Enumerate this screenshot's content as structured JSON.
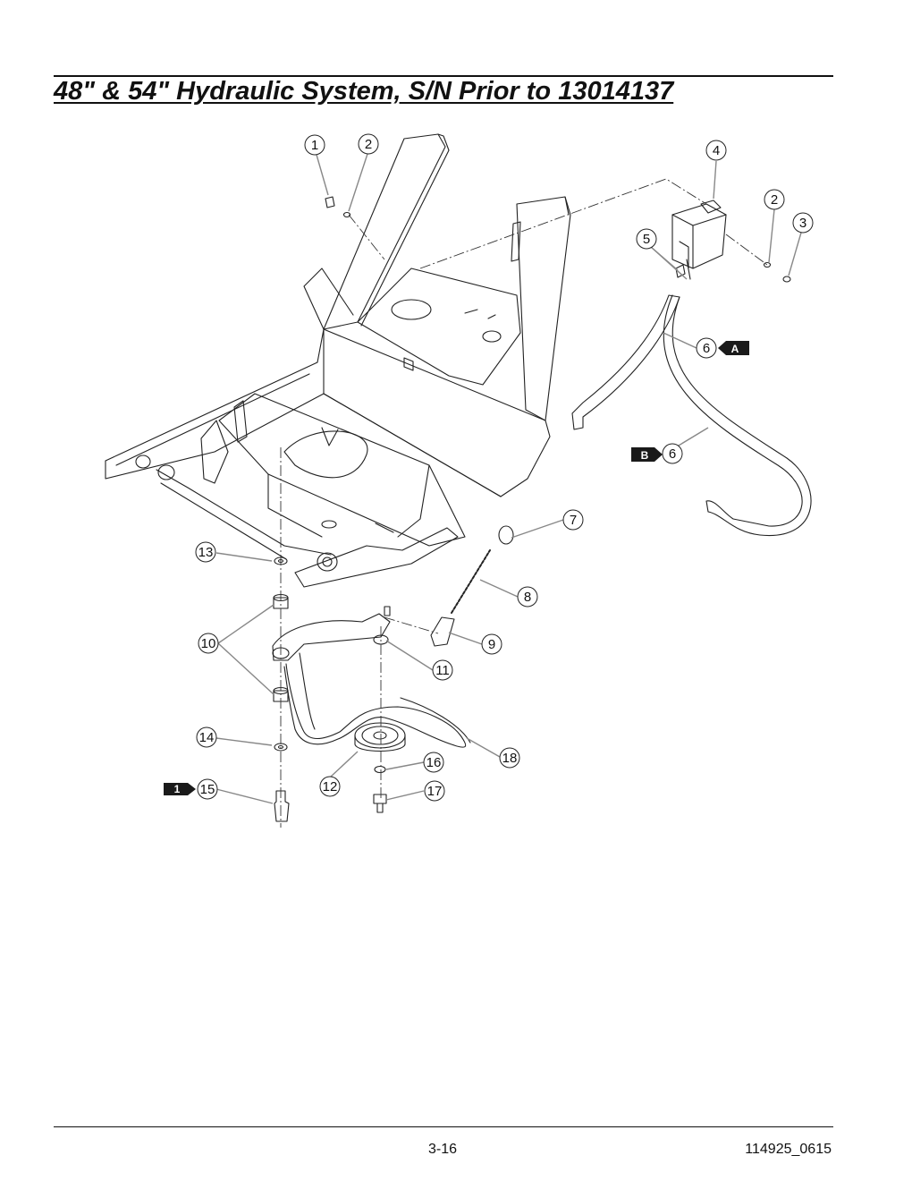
{
  "header": {
    "title": "48\" & 54\" Hydraulic System, S/N Prior to 13014137"
  },
  "callouts": {
    "c1": "1",
    "c2a": "2",
    "c2b": "2",
    "c3": "3",
    "c4": "4",
    "c5": "5",
    "c6a": "6",
    "c6b": "6",
    "c7": "7",
    "c8": "8",
    "c9": "9",
    "c10": "10",
    "c11": "11",
    "c12": "12",
    "c13": "13",
    "c14": "14",
    "c15": "15",
    "c16": "16",
    "c17": "17",
    "c18": "18"
  },
  "tags": {
    "tagA": "A",
    "tagB": "B",
    "tag1": "1"
  },
  "footer": {
    "page_number": "3-16",
    "doc_number": "114925_0615"
  },
  "colors": {
    "line": "#222222",
    "leader": "#888888",
    "tag_fill": "#1a1a1a"
  }
}
